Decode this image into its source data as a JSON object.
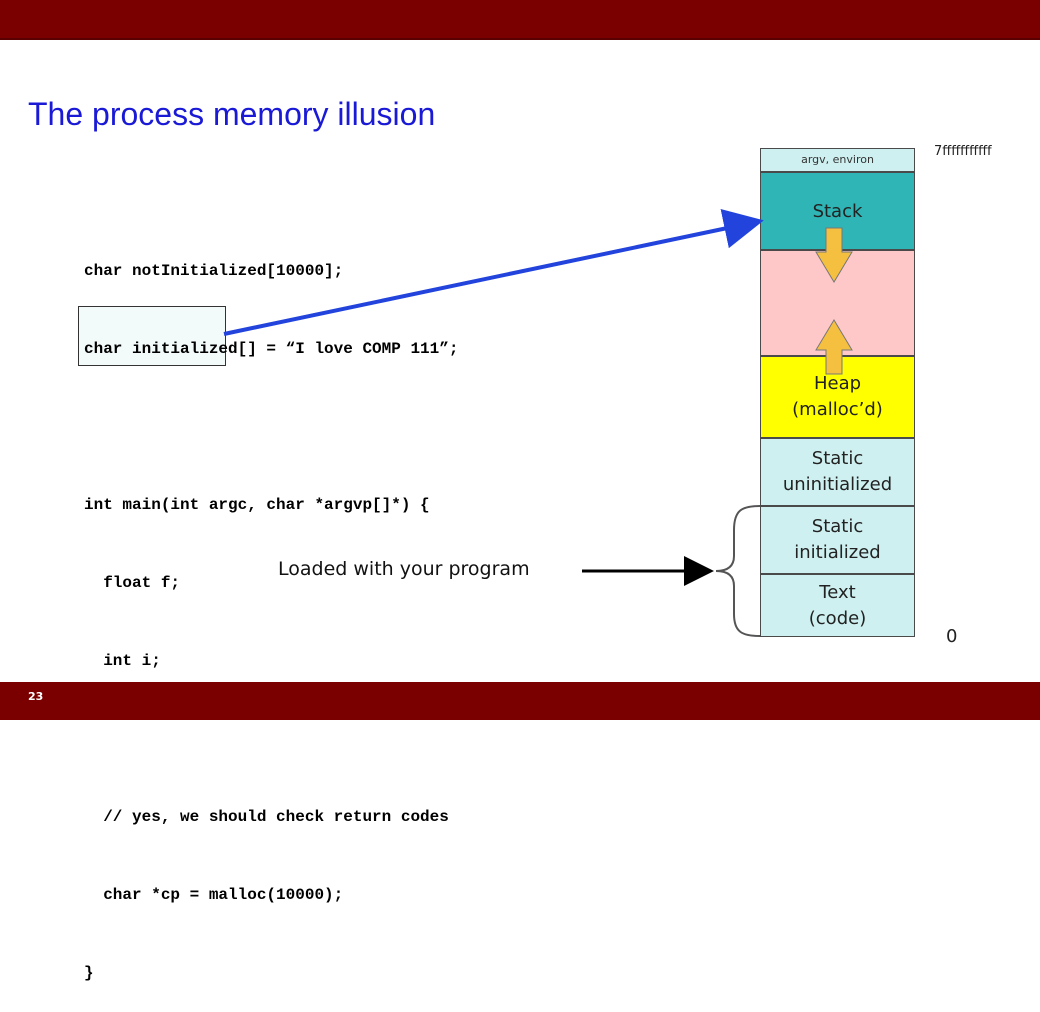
{
  "slide": {
    "number": "23",
    "title": "The process memory illusion"
  },
  "code_lines": [
    "char notInitialized[10000];",
    "char initialized[] = “I love COMP 111”;",
    "",
    "int main(int argc, char *argvp[]*) {",
    "  float f;",
    "  int i;",
    "",
    "  // yes, we should check return codes",
    "  char *cp = malloc(10000);",
    "}"
  ],
  "memory": {
    "argv": "argv, environ",
    "stack": "Stack",
    "heap": [
      "Heap",
      "(malloc’d)"
    ],
    "static_uninit": [
      "Static",
      "uninitialized"
    ],
    "static_init": [
      "Static",
      "initialized"
    ],
    "text": [
      "Text",
      "(code)"
    ],
    "addr_high": "7fffffffffff",
    "addr_low": "0"
  },
  "loaded_label": "Loaded with your program",
  "colors": {
    "bar": "#7a0000",
    "title": "#1a1ad6",
    "stack": "#2fb5b5",
    "free": "#ffc8c8",
    "heap": "#ffff00",
    "static": "#cff0f0",
    "arrow_blue": "#2244dd",
    "growth_arrow": "#f5c040"
  }
}
